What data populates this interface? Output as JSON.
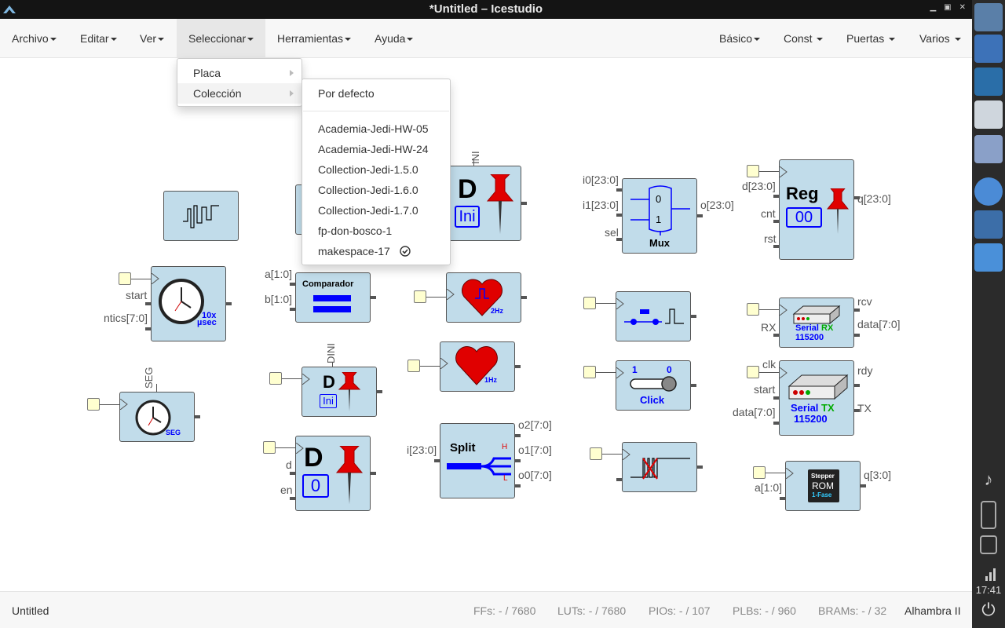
{
  "window": {
    "title": "*Untitled – Icestudio"
  },
  "menubar": {
    "left": [
      "Archivo",
      "Editar",
      "Ver",
      "Seleccionar",
      "Herramientas",
      "Ayuda"
    ],
    "right": [
      "Básico",
      "Const",
      "Puertas",
      "Varios"
    ]
  },
  "select_menu": {
    "items": [
      "Placa",
      "Colección"
    ]
  },
  "collection_menu": {
    "default": "Por defecto",
    "items": [
      "Academia-Jedi-HW-05",
      "Academia-Jedi-HW-24",
      "Collection-Jedi-1.5.0",
      "Collection-Jedi-1.6.0",
      "Collection-Jedi-1.7.0",
      "fp-don-bosco-1",
      "makespace-17"
    ],
    "checked": "makespace-17"
  },
  "blocks": {
    "ini_top": {
      "label": "INI",
      "d": "D",
      "badge": "Ini"
    },
    "mux": {
      "in0": "i0[23:0]",
      "in1": "i1[23:0]",
      "sel": "sel",
      "out": "o[23:0]",
      "name": "Mux",
      "zero": "0",
      "one": "1"
    },
    "reg": {
      "in": "d[23:0]",
      "cnt": "cnt",
      "rst": "rst",
      "out": "q[23:0]",
      "name": "Reg",
      "value": "00"
    },
    "timer": {
      "start": "start",
      "ntics": "ntics[7:0]",
      "caption1": "10x",
      "caption2": "µsec"
    },
    "comparator": {
      "a": "a[1:0]",
      "b": "b[1:0]",
      "name": "Comparador"
    },
    "heart2": {
      "label": "2Hz"
    },
    "heart1": {
      "label": "1Hz"
    },
    "serial_rx": {
      "in": "RX",
      "out1": "rcv",
      "out2": "data[7:0]",
      "line1": "Serial",
      "line1b": "RX",
      "line2": "115200"
    },
    "serial_tx": {
      "clk": "clk",
      "start": "start",
      "data": "data[7:0]",
      "rdy": "rdy",
      "tx": "TX",
      "line1": "Serial",
      "line1b": "TX",
      "line2": "115200"
    },
    "seg": {
      "label": "SEG",
      "caption": "SEG"
    },
    "dini": {
      "label": "DINI",
      "d": "D",
      "badge": "Ini"
    },
    "split": {
      "in": "i[23:0]",
      "o2": "o2[7:0]",
      "o1": "o1[7:0]",
      "o0": "o0[7:0]",
      "name": "Split",
      "h": "H",
      "l": "L"
    },
    "click": {
      "one": "1",
      "zero": "0",
      "name": "Click"
    },
    "dff0": {
      "d_port": "d",
      "en_port": "en",
      "d": "D",
      "badge": "0"
    },
    "stepper": {
      "in": "a[1:0]",
      "out": "q[3:0]",
      "line1": "Stepper",
      "line2": "ROM",
      "line3": "1-Fase"
    }
  },
  "statusbar": {
    "file": "Untitled",
    "ffs_label": "FFs:",
    "ffs_value": "- / 7680",
    "luts_label": "LUTs:",
    "luts_value": "- / 7680",
    "pios_label": "PIOs:",
    "pios_value": "- / 107",
    "plbs_label": "PLBs:",
    "plbs_value": "- / 960",
    "brams_label": "BRAMs:",
    "brams_value": "- / 32",
    "board": "Alhambra II"
  },
  "dock": {
    "clock": "17:41"
  },
  "colors": {
    "block": "#c1dcea",
    "pin_red": "#e00000",
    "accent_blue": "#0000ff"
  }
}
